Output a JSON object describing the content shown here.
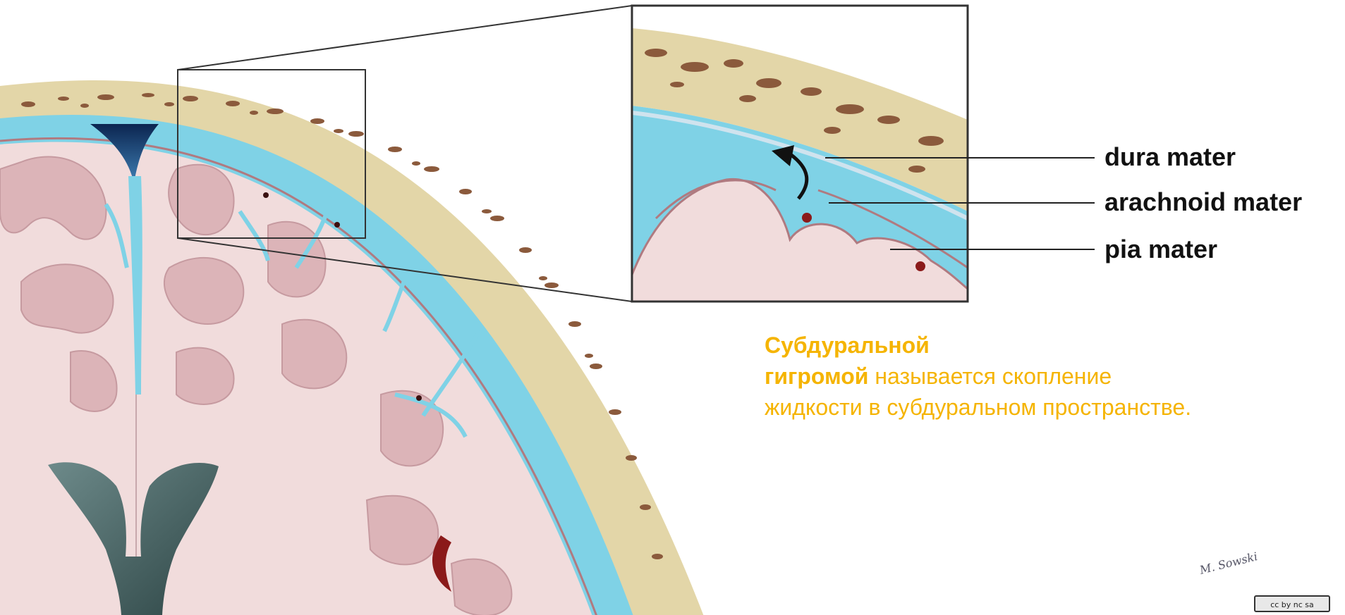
{
  "labels": {
    "dura": "dura mater",
    "arachnoid": "arachnoid mater",
    "pia": "pia mater"
  },
  "description": {
    "term_line1": "Субдуральной",
    "term_line2": "гигромой",
    "rest": " называется скопление жидкости в субдуральном пространстве."
  },
  "signature": "M. Sowski",
  "license_badge": "cc by nc sa",
  "colors": {
    "text_highlight": "#f5b400",
    "bone": "#e3d6a8",
    "bone_spots": "#8b5a3c",
    "csf": "#7fd2e6",
    "brain": "#f1dcdc",
    "gyri": "#dcb4b8",
    "sinus": "#0d2d5e",
    "ventricle": "#4e6a6a",
    "blood": "#8b1a1a"
  }
}
